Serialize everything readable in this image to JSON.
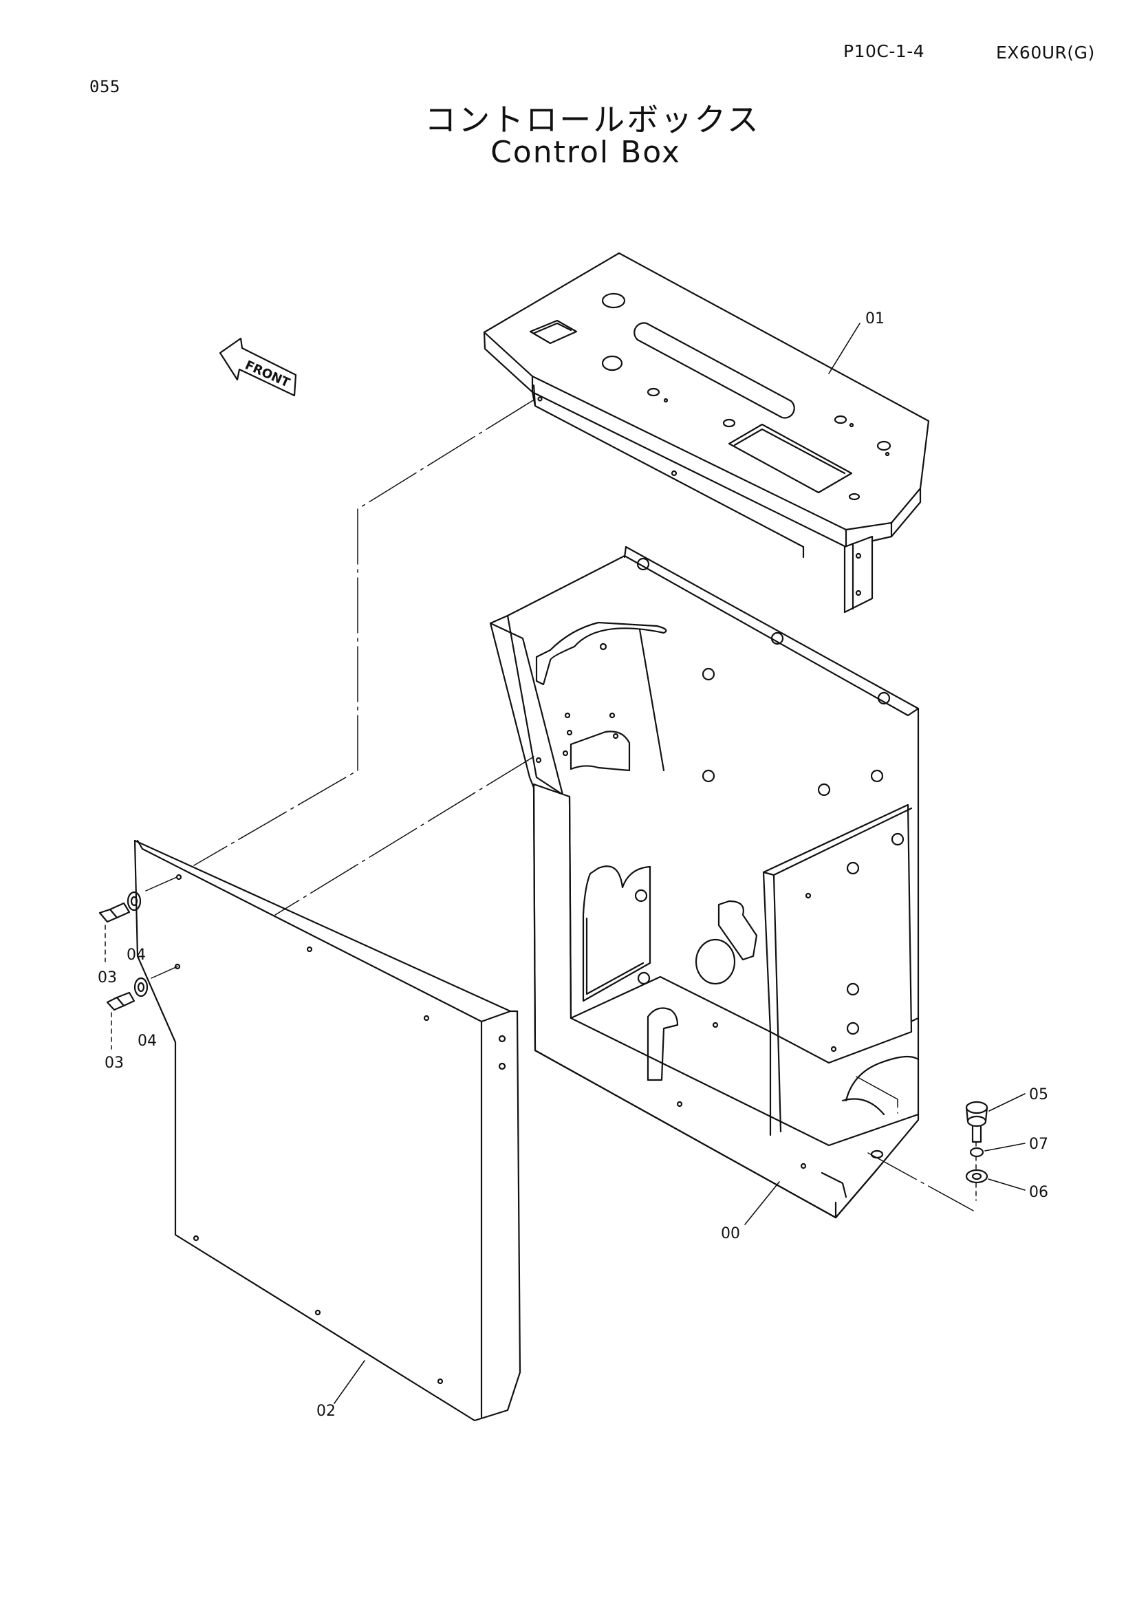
{
  "header": {
    "page_code": "P10C-1-4",
    "model": "EX60UR(G)",
    "page_number": "055"
  },
  "title": {
    "japanese": "コントロールボックス",
    "english": "Control Box"
  },
  "front_arrow": {
    "label": "FRONT"
  },
  "callouts": {
    "c00": "00",
    "c01": "01",
    "c02": "02",
    "c03a": "03",
    "c03b": "03",
    "c04a": "04",
    "c04b": "04",
    "c05": "05",
    "c06": "06",
    "c07": "07"
  }
}
